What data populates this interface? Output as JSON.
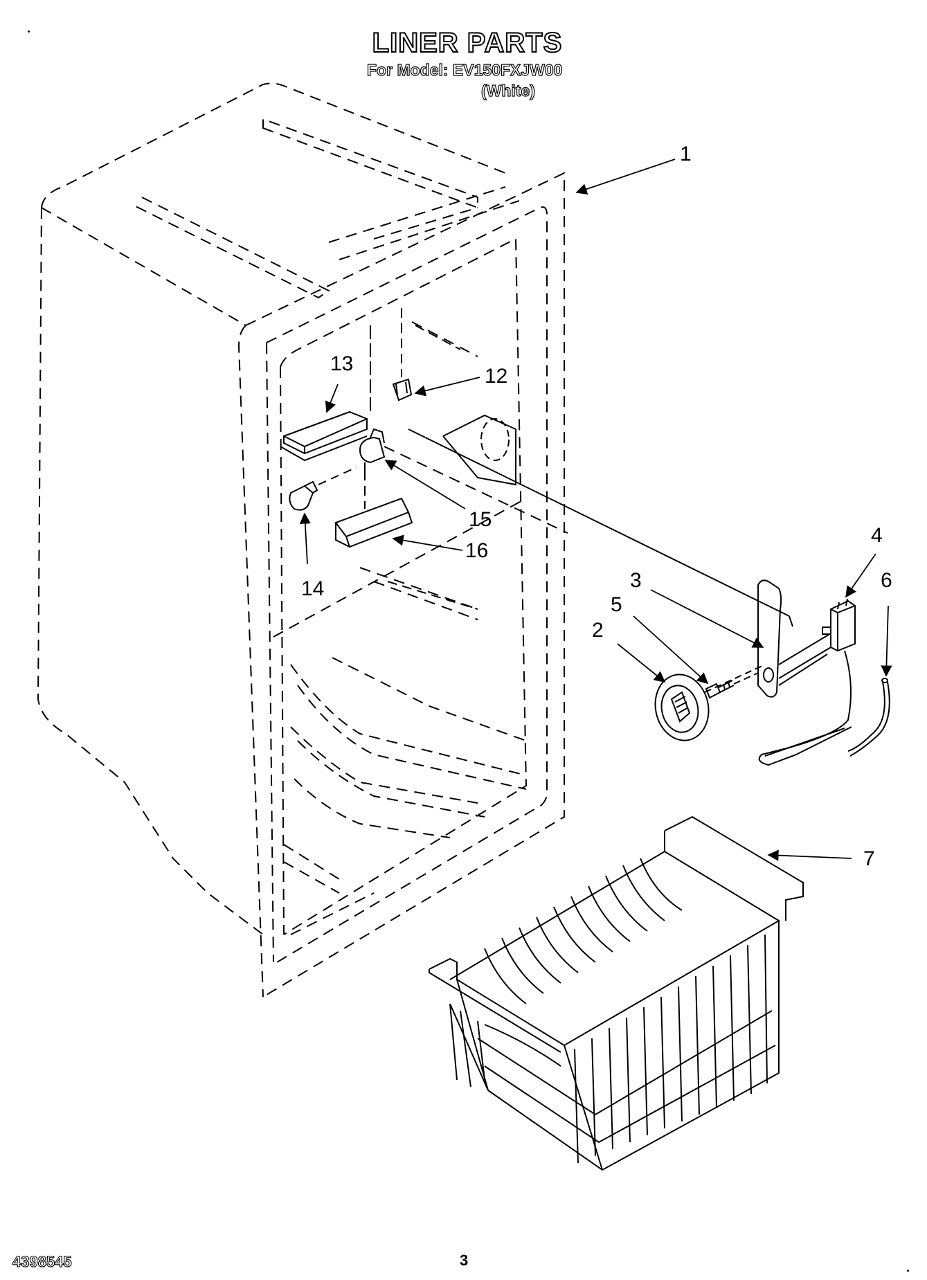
{
  "header": {
    "title": "LINER PARTS",
    "model_line": "For Model: EV150FXJW00",
    "variant": "(White)"
  },
  "footer": {
    "doc_number": "4398545",
    "page_number": "3"
  },
  "callouts": [
    {
      "id": "1",
      "label": "1"
    },
    {
      "id": "2",
      "label": "2"
    },
    {
      "id": "3",
      "label": "3"
    },
    {
      "id": "4",
      "label": "4"
    },
    {
      "id": "5",
      "label": "5"
    },
    {
      "id": "6",
      "label": "6"
    },
    {
      "id": "7",
      "label": "7"
    },
    {
      "id": "12",
      "label": "12"
    },
    {
      "id": "13",
      "label": "13"
    },
    {
      "id": "14",
      "label": "14"
    },
    {
      "id": "15",
      "label": "15"
    },
    {
      "id": "16",
      "label": "16"
    }
  ]
}
